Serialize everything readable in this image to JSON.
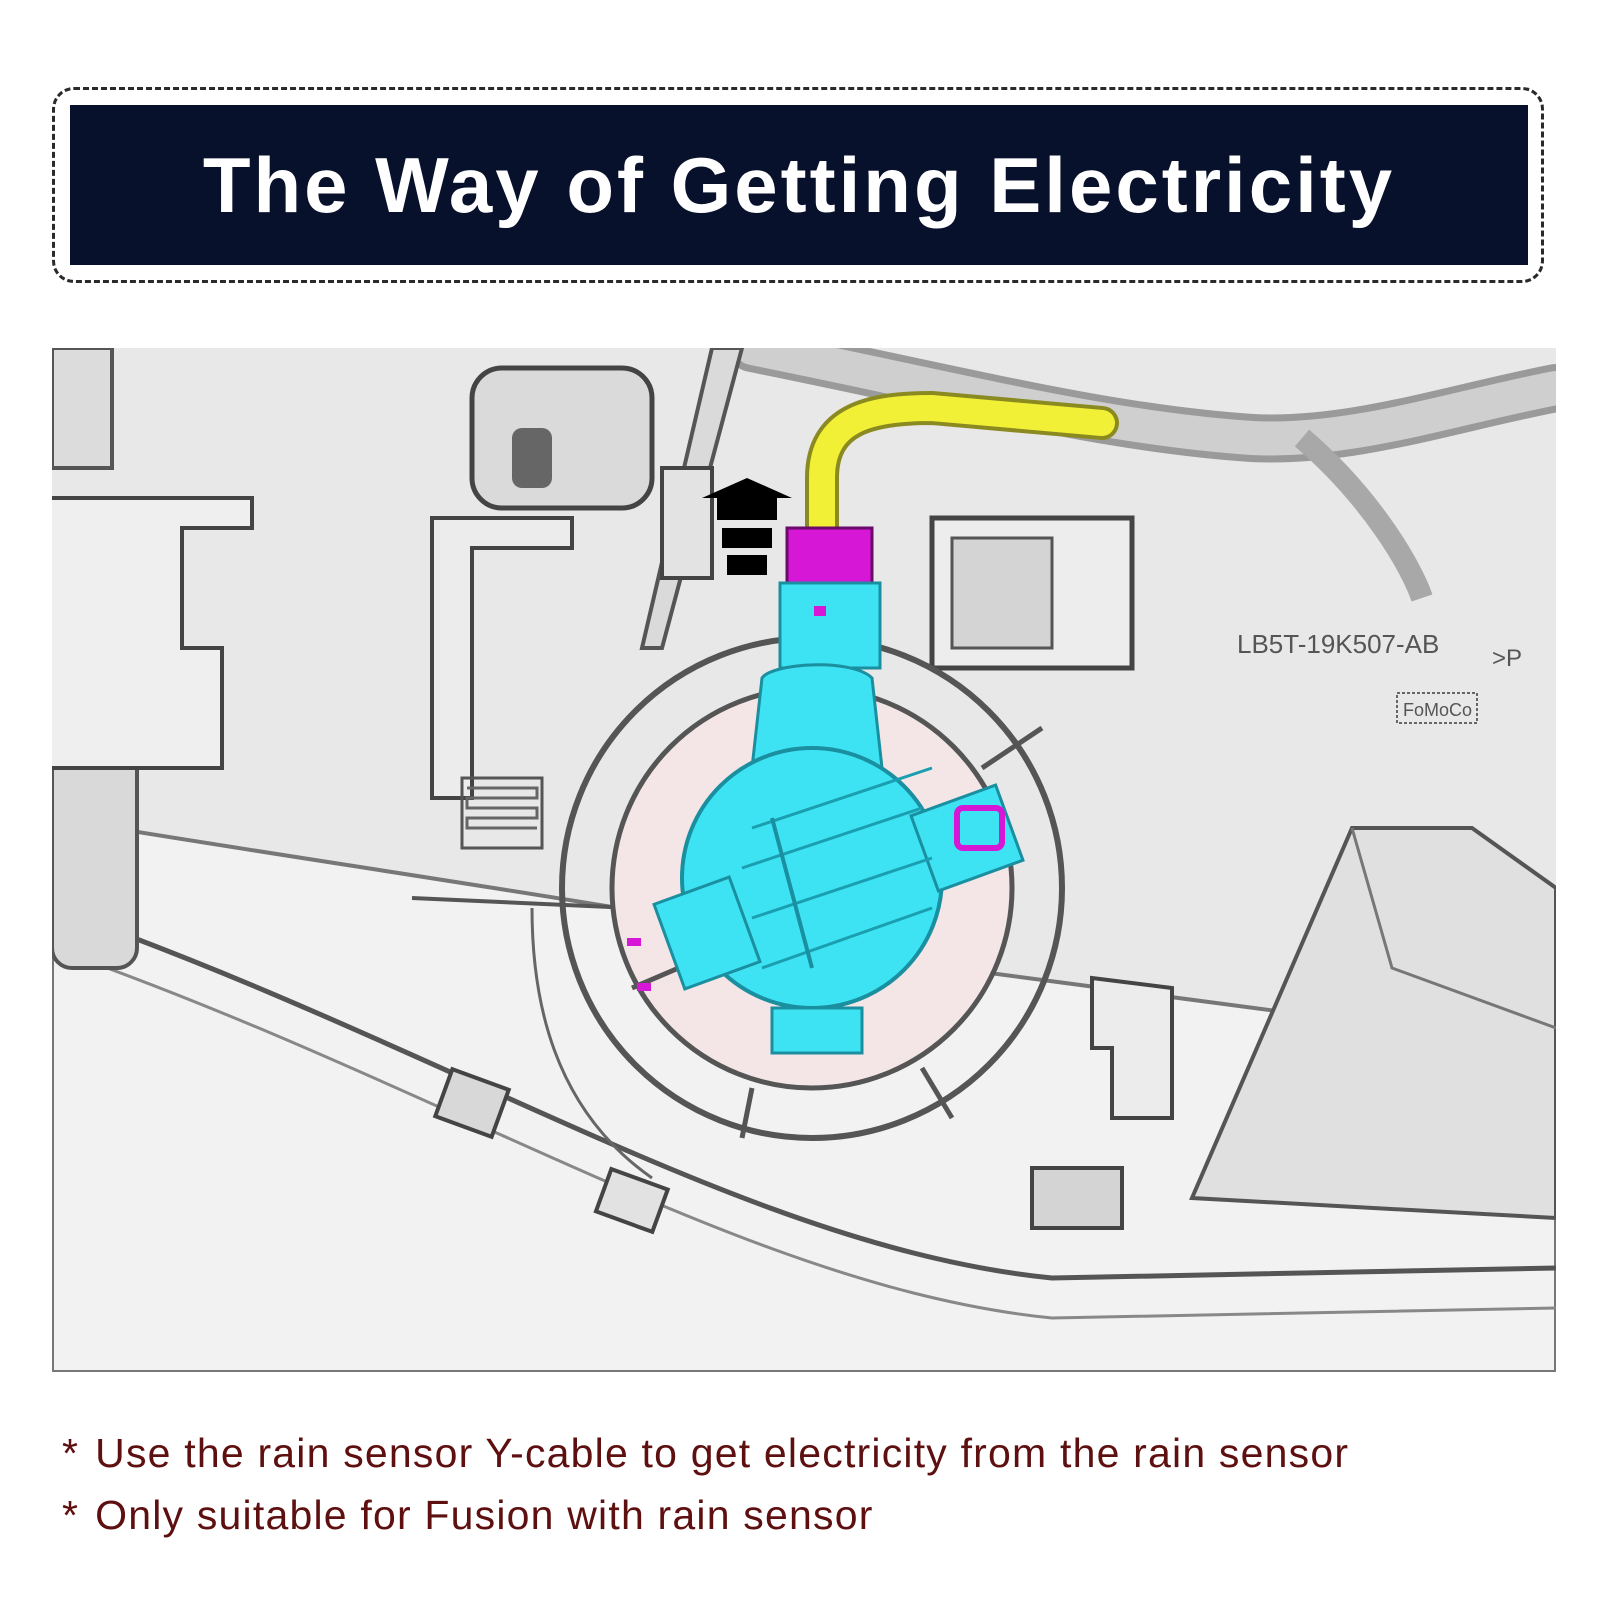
{
  "header": {
    "title": "The Way of Getting Electricity"
  },
  "diagram": {
    "part_number_label": "LB5T-19K507-AB",
    "brand_mark_label": "FoMoCo",
    "edge_fragment_label": ">P",
    "colors": {
      "sensor": "#3ee3f3",
      "connector": "#d617d6",
      "cable": "#f1f036",
      "arrow": "#000000",
      "background": "#e9e9e9"
    },
    "icons": [
      "arrow-up-icon",
      "rain-sensor-icon",
      "connector-icon",
      "y-cable-icon"
    ]
  },
  "notes": {
    "bullet": "*",
    "items": [
      "Use the rain sensor Y-cable to get electricity from the rain sensor",
      "Only suitable for Fusion with rain sensor"
    ]
  }
}
